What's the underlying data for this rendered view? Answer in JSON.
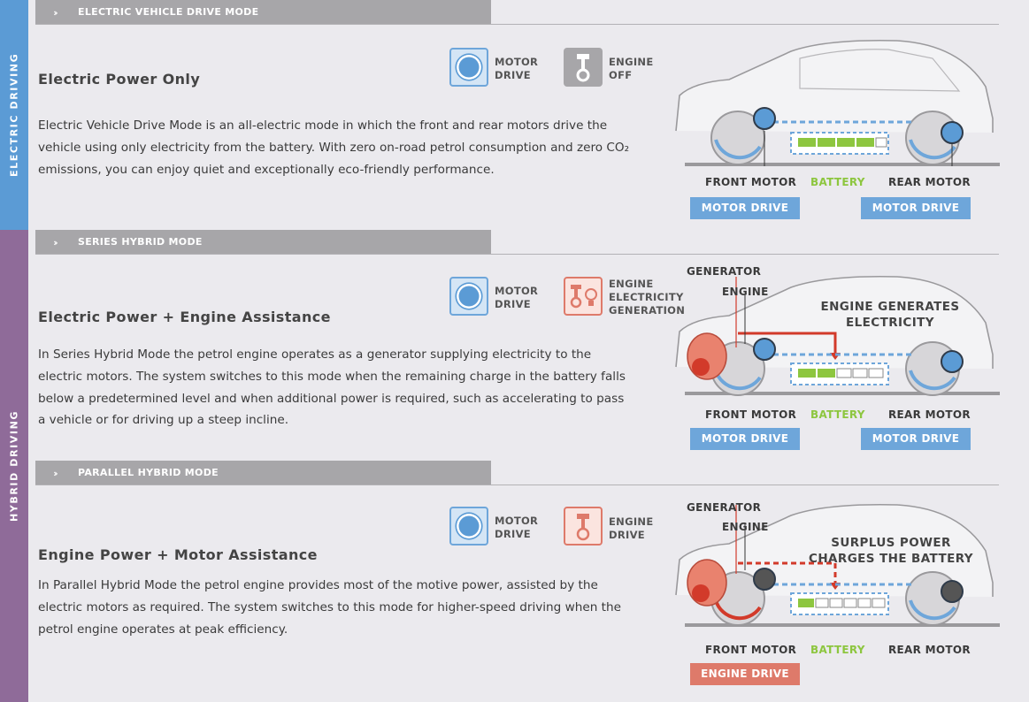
{
  "sidebar": {
    "electric_label": "ELECTRIC DRIVING",
    "hybrid_label": "HYBRID DRIVING"
  },
  "sections": [
    {
      "tab_label": "ELECTRIC VEHICLE DRIVE MODE",
      "heading": "Electric Power Only",
      "body": "Electric Vehicle Drive Mode is an all-electric mode in which the front and rear motors drive the vehicle using only electricity from the battery. With zero on-road petrol consumption and zero CO₂ emissions, you can enjoy quiet and exceptionally eco-friendly performance.",
      "icons": [
        {
          "type": "motor-icon",
          "label1": "MOTOR",
          "label2": "DRIVE",
          "label3": ""
        },
        {
          "type": "engine-off-icon",
          "label1": "ENGINE",
          "label2": "OFF",
          "label3": ""
        }
      ],
      "diagram": {
        "front_motor": "FRONT MOTOR",
        "battery": "BATTERY",
        "rear_motor": "REAR MOTOR",
        "front_badge": "MOTOR DRIVE",
        "rear_badge": "MOTOR DRIVE",
        "generator": "",
        "engine": "",
        "overlay_line1": "",
        "overlay_line2": ""
      }
    },
    {
      "tab_label": "SERIES HYBRID MODE",
      "heading": "Electric Power + Engine Assistance",
      "body": "In Series Hybrid Mode the petrol engine operates as a generator supplying electricity to the electric motors. The system switches to this mode when the remaining charge in the battery falls below a predetermined level and when additional power is required, such as accelerating to pass a vehicle or for driving up a steep incline.",
      "icons": [
        {
          "type": "motor-icon",
          "label1": "MOTOR",
          "label2": "DRIVE",
          "label3": ""
        },
        {
          "type": "engine-generation-icon",
          "label1": "ENGINE",
          "label2": "ELECTRICITY",
          "label3": "GENERATION"
        }
      ],
      "diagram": {
        "front_motor": "FRONT MOTOR",
        "battery": "BATTERY",
        "rear_motor": "REAR MOTOR",
        "front_badge": "MOTOR DRIVE",
        "rear_badge": "MOTOR DRIVE",
        "generator": "GENERATOR",
        "engine": "ENGINE",
        "overlay_line1": "ENGINE GENERATES",
        "overlay_line2": "ELECTRICITY"
      }
    },
    {
      "tab_label": "PARALLEL HYBRID MODE",
      "heading": "Engine Power + Motor Assistance",
      "body": "In Parallel Hybrid Mode the petrol engine provides most of the motive power, assisted by the electric motors as required. The system switches to this mode for higher-speed driving when the petrol engine operates at peak efficiency.",
      "icons": [
        {
          "type": "motor-icon",
          "label1": "MOTOR",
          "label2": "DRIVE",
          "label3": ""
        },
        {
          "type": "engine-drive-icon",
          "label1": "ENGINE",
          "label2": "DRIVE",
          "label3": ""
        }
      ],
      "diagram": {
        "front_motor": "FRONT MOTOR",
        "battery": "BATTERY",
        "rear_motor": "REAR MOTOR",
        "front_badge": "ENGINE DRIVE",
        "rear_badge": "",
        "generator": "GENERATOR",
        "engine": "ENGINE",
        "overlay_line1": "SURPLUS POWER",
        "overlay_line2": "CHARGES THE BATTERY"
      }
    }
  ],
  "colors": {
    "electric_blue": "#5b9bd5",
    "hybrid_purple": "#8f6b99",
    "tab_grey": "#a7a6a9",
    "battery_green": "#8dc63f",
    "engine_red": "#de7a6a"
  }
}
